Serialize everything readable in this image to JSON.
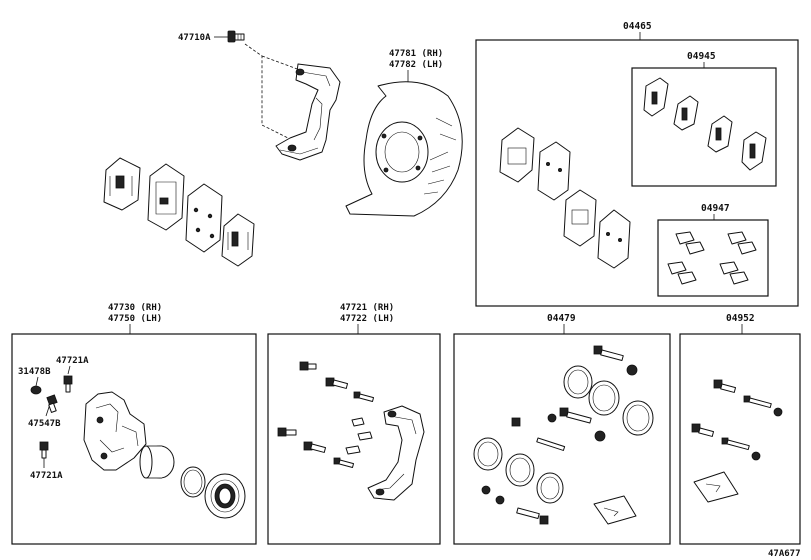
{
  "labels": {
    "bolt_47710a": "47710A",
    "shield_rh": "47781 (RH)",
    "shield_lh": "47782 (LH)",
    "kit_04465": "04465",
    "kit_04945": "04945",
    "kit_04947": "04947",
    "caliper_rh": "47730 (RH)",
    "caliper_lh": "47750 (LH)",
    "bracket_rh": "47721 (RH)",
    "bracket_lh": "47722 (LH)",
    "kit_04479": "04479",
    "kit_04952": "04952",
    "p_31478b": "31478B",
    "p_47721a_top": "47721A",
    "p_47547b": "47547B",
    "p_47721a_bottom": "47721A",
    "figure_code": "47A677"
  }
}
